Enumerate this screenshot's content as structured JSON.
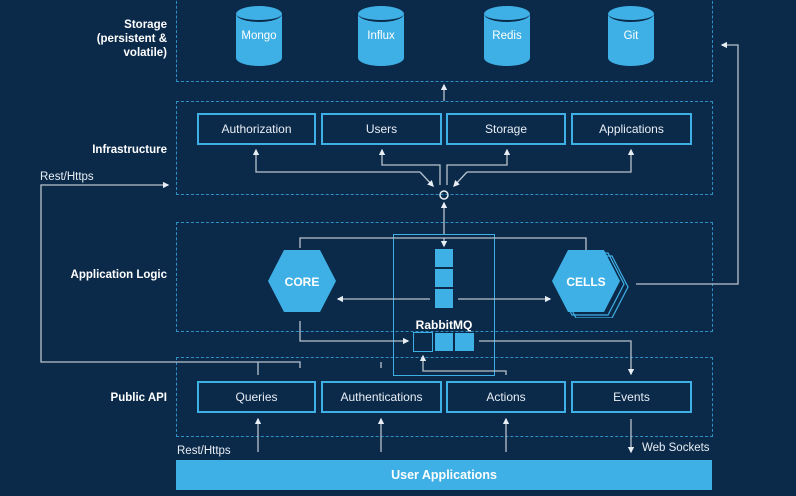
{
  "layers": {
    "storage": "Storage (persistent & volatile)",
    "storage_lines": [
      "Storage",
      "(persistent &",
      "volatile)"
    ],
    "infrastructure": "Infrastructure",
    "application_logic": "Application Logic",
    "public_api": "Public API"
  },
  "storage": {
    "databases": [
      "Mongo",
      "Influx",
      "Redis",
      "Git"
    ]
  },
  "infrastructure": {
    "services": [
      "Authorization",
      "Users",
      "Storage",
      "Applications"
    ]
  },
  "application_logic": {
    "core": "CORE",
    "cells": "CELLS",
    "broker": "RabbitMQ"
  },
  "public_api": {
    "services": [
      "Queries",
      "Authentications",
      "Actions",
      "Events"
    ]
  },
  "connections": {
    "rest_https_top": "Rest/Https",
    "rest_https_bottom": "Rest/Https",
    "web_sockets": "Web Sockets"
  },
  "user_applications": "User Applications",
  "colors": {
    "background": "#0b2a4a",
    "accent": "#3fb0e6",
    "dashed_border": "#2f8fc4",
    "connector": "#b8c2cc"
  }
}
